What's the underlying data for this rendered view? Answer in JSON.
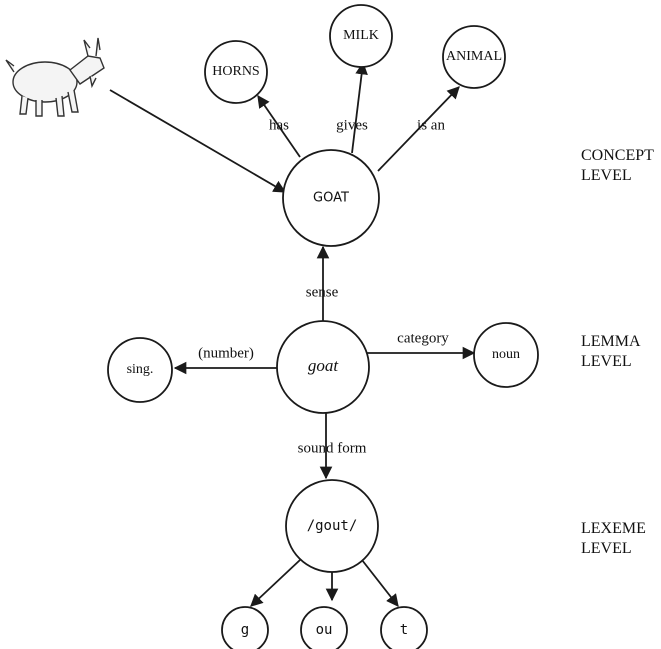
{
  "nodes": {
    "horns": "HORNS",
    "milk": "MILK",
    "animal": "ANIMAL",
    "goat_concept": "GOAT",
    "goat_lemma": "goat",
    "sing": "sing.",
    "noun": "noun",
    "gout": "/gout/",
    "g": "g",
    "ou": "ou",
    "t": "t"
  },
  "edges": {
    "has": "has",
    "gives": "gives",
    "is_an": "is an",
    "sense": "sense",
    "number": "(number)",
    "category": "category",
    "sound_form": "sound form"
  },
  "levels": {
    "concept": [
      "CONCEPT",
      "LEVEL"
    ],
    "lemma": [
      "LEMMA",
      "LEVEL"
    ],
    "lexeme": [
      "LEXEME",
      "LEVEL"
    ]
  }
}
